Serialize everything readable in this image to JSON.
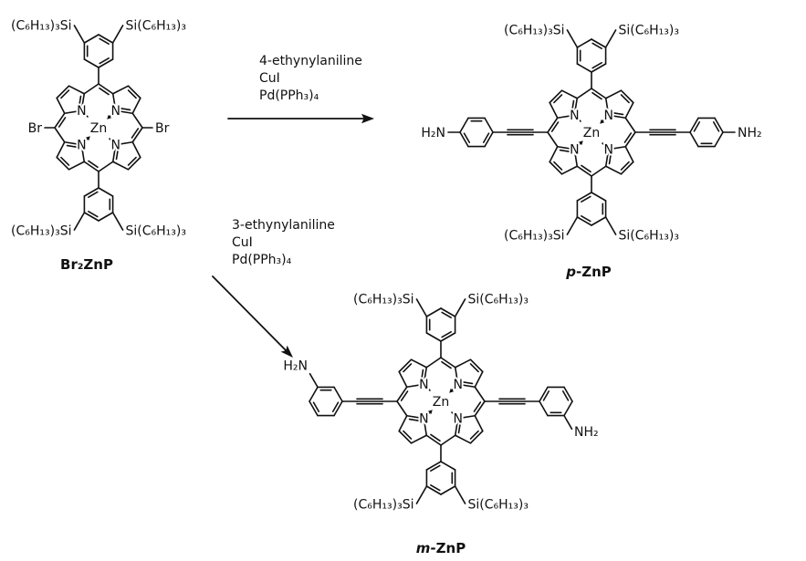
{
  "labels": {
    "zn": "Zn",
    "n": "N",
    "br": "Br",
    "si_left": "(C₆H₁₃)₃Si",
    "si_right": "Si(C₆H₁₃)₃",
    "h2n": "H₂N",
    "nh2": "NH₂"
  },
  "molecules": [
    {
      "key": "reagent",
      "name": "Br₂ZnP",
      "arm": "br"
    },
    {
      "key": "product-para",
      "name_italic": "p",
      "name_rest": "-ZnP",
      "arm": "para"
    },
    {
      "key": "product-meta",
      "name_italic": "m",
      "name_rest": "-ZnP",
      "arm": "meta"
    }
  ],
  "reactions": [
    {
      "conditions": [
        "4-ethynylaniline",
        "CuI",
        "Pd(PPh₃)₄"
      ]
    },
    {
      "conditions": [
        "3-ethynylaniline",
        "CuI",
        "Pd(PPh₃)₄"
      ]
    }
  ]
}
